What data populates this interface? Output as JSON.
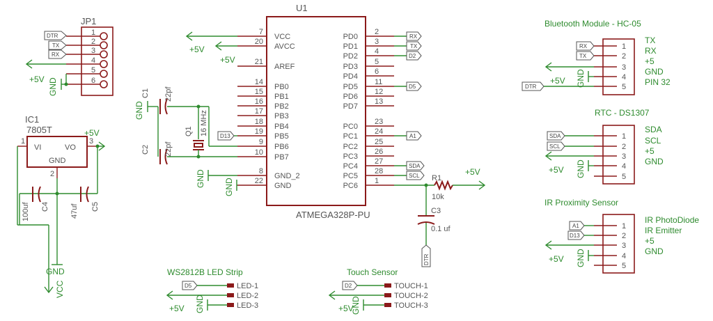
{
  "jp1": {
    "name": "JP1",
    "pins": [
      "1",
      "2",
      "3",
      "4",
      "5",
      "6"
    ],
    "flags": [
      "DTR",
      "TX",
      "RX"
    ],
    "power": "+5V",
    "gnd": "GND"
  },
  "u1": {
    "name": "U1",
    "part": "ATMEGA328P-PU",
    "left_pins": [
      {
        "num": "7",
        "label": "VCC"
      },
      {
        "num": "20",
        "label": "AVCC"
      },
      {
        "num": "21",
        "label": "AREF"
      },
      {
        "num": "14",
        "label": "PB0"
      },
      {
        "num": "15",
        "label": "PB1"
      },
      {
        "num": "16",
        "label": "PB2"
      },
      {
        "num": "17",
        "label": "PB3"
      },
      {
        "num": "18",
        "label": "PB4"
      },
      {
        "num": "19",
        "label": "PB5"
      },
      {
        "num": "9",
        "label": "PB6"
      },
      {
        "num": "10",
        "label": "PB7"
      },
      {
        "num": "8",
        "label": "GND_2"
      },
      {
        "num": "22",
        "label": "GND"
      }
    ],
    "right_pins": [
      {
        "num": "2",
        "label": "PD0"
      },
      {
        "num": "3",
        "label": "PD1"
      },
      {
        "num": "4",
        "label": "PD2"
      },
      {
        "num": "5",
        "label": "PD3"
      },
      {
        "num": "6",
        "label": "PD4"
      },
      {
        "num": "11",
        "label": "PD5"
      },
      {
        "num": "12",
        "label": "PD6"
      },
      {
        "num": "13",
        "label": "PD7"
      },
      {
        "num": "23",
        "label": "PC0"
      },
      {
        "num": "24",
        "label": "PC1"
      },
      {
        "num": "25",
        "label": "PC2"
      },
      {
        "num": "26",
        "label": "PC3"
      },
      {
        "num": "27",
        "label": "PC4"
      },
      {
        "num": "28",
        "label": "PC5"
      },
      {
        "num": "1",
        "label": "PC6"
      }
    ],
    "flags": {
      "pd0": "RX",
      "pd1": "TX",
      "pd2": "D2",
      "pd5": "D5",
      "pc1": "A1",
      "pc4": "SDA",
      "pc5": "SCL",
      "pb5": "D13"
    },
    "power1": "+5V",
    "power2": "+5V",
    "gnd1": "GND",
    "gnd2": "GND"
  },
  "crystal": {
    "c1": "C1",
    "c1v": "22pf",
    "c2": "C2",
    "c2v": "22pf",
    "q1": "Q1",
    "q1v": "16 MHz",
    "gnd": "GND"
  },
  "reset": {
    "r1": "R1",
    "r1v": "10k",
    "c3": "C3",
    "c3v": "0.1 uf",
    "power": "+5V",
    "flag": "DTR"
  },
  "ic1": {
    "name": "IC1",
    "part": "7805T",
    "vi": "VI",
    "vo": "VO",
    "gnd": "GND",
    "pin1": "1",
    "pin3": "3",
    "pin2": "2",
    "power": "+5V",
    "c4": "C4",
    "c4v": "100uf",
    "c5": "C5",
    "c5v": "47uf",
    "gnd_label": "GND",
    "vcc": "VCC"
  },
  "bluetooth": {
    "title": "Bluetooth Module - HC-05",
    "pins": [
      "1",
      "2",
      "3",
      "4",
      "5"
    ],
    "signals": [
      "TX",
      "RX",
      "+5",
      "GND",
      "PIN 32"
    ],
    "flags": [
      "RX",
      "TX",
      "DTR"
    ],
    "power": "+5V",
    "gnd": "GND"
  },
  "rtc": {
    "title": "RTC - DS1307",
    "pins": [
      "1",
      "2",
      "3",
      "4",
      "5"
    ],
    "signals": [
      "SDA",
      "SCL",
      "+5",
      "GND"
    ],
    "flags": [
      "SDA",
      "SCL"
    ],
    "power": "+5V",
    "gnd": "GND"
  },
  "ir": {
    "title": "IR Proximity Sensor",
    "pins": [
      "1",
      "2",
      "3",
      "4",
      "5"
    ],
    "signals": [
      "IR PhotoDiode",
      "IR Emitter",
      "+5",
      "GND"
    ],
    "flags": [
      "A1",
      "D13"
    ],
    "power": "+5V",
    "gnd": "GND"
  },
  "led": {
    "title": "WS2812B LED Strip",
    "pins": [
      "LED-1",
      "LED-2",
      "LED-3"
    ],
    "flag": "D5",
    "power": "+5V",
    "gnd": "GND"
  },
  "touch": {
    "title": "Touch Sensor",
    "pins": [
      "TOUCH-1",
      "TOUCH-2",
      "TOUCH-3"
    ],
    "flag": "D2",
    "power": "+5V",
    "gnd": "GND"
  }
}
